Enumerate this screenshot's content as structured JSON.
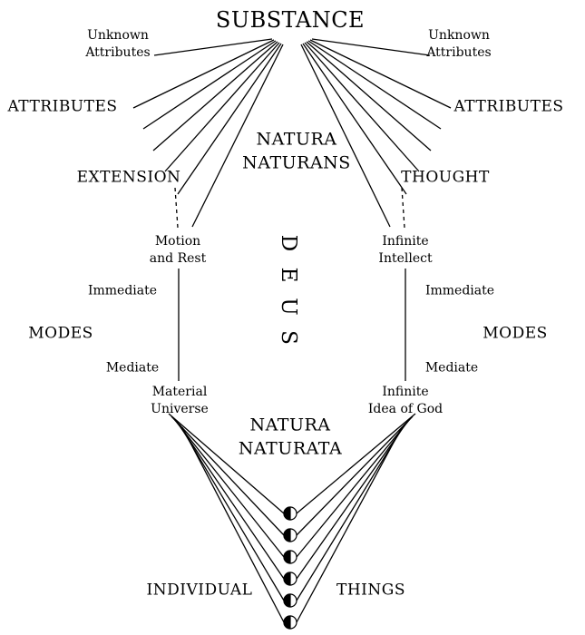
{
  "diagram": {
    "title": "SUBSTANCE",
    "unknown_attributes": {
      "line1": "Unknown",
      "line2": "Attributes"
    },
    "attributes": "ATTRIBUTES",
    "natura_naturans": {
      "line1": "NATURA",
      "line2": "NATURANS"
    },
    "extension": "EXTENSION",
    "thought": "THOUGHT",
    "motion_and_rest": {
      "line1": "Motion",
      "line2": "and Rest"
    },
    "infinite_intellect": {
      "line1": "Infinite",
      "line2": "Intellect"
    },
    "deus": {
      "d": "D",
      "e": "E",
      "u": "U",
      "s": "S"
    },
    "immediate": "Immediate",
    "modes": "MODES",
    "mediate": "Mediate",
    "material_universe": {
      "line1": "Material",
      "line2": "Universe"
    },
    "infinite_idea_of_god": {
      "line1": "Infinite",
      "line2": "Idea of God"
    },
    "natura_naturata": {
      "line1": "NATURA",
      "line2": "NATURATA"
    },
    "individual": "INDIVIDUAL",
    "things": "THINGS"
  },
  "colors": {
    "line": "#000000",
    "text": "#000000",
    "background": "#ffffff"
  }
}
